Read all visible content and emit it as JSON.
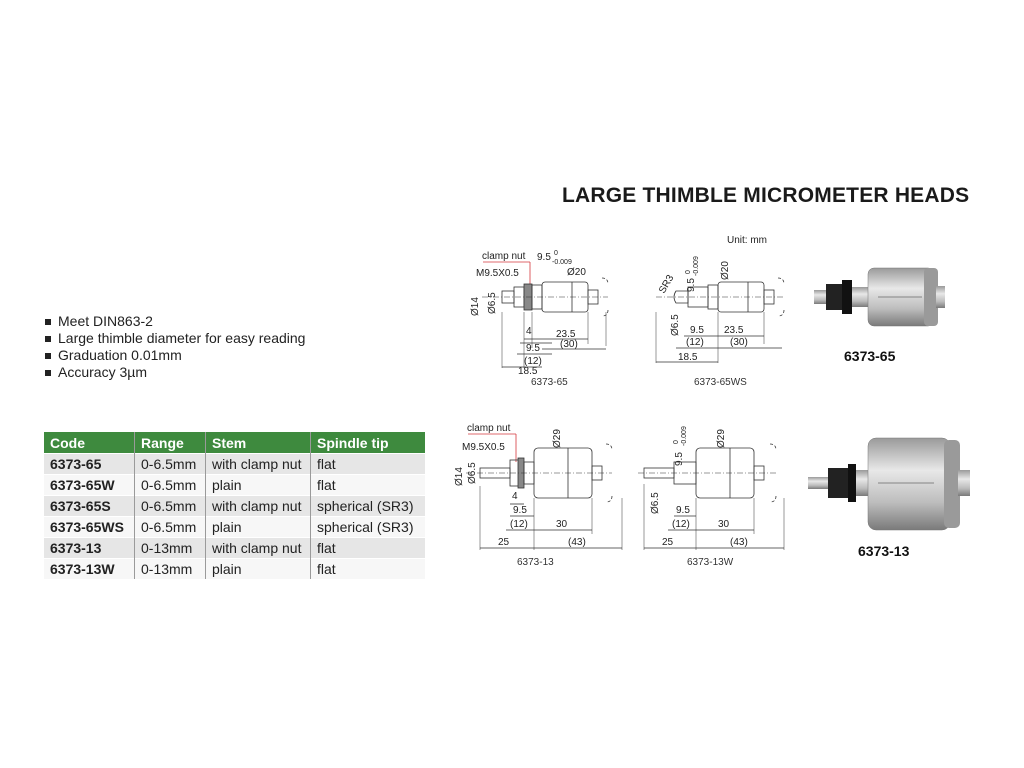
{
  "title": "LARGE THIMBLE MICROMETER HEADS",
  "features": [
    "Meet DIN863-2",
    "Large thimble diameter for easy reading",
    "Graduation 0.01mm",
    "Accuracy 3µm"
  ],
  "unit_note": "Unit: mm",
  "table": {
    "headers": [
      "Code",
      "Range",
      "Stem",
      "Spindle tip"
    ],
    "rows": [
      [
        "6373-65",
        "0-6.5mm",
        "with clamp nut",
        "flat"
      ],
      [
        "6373-65W",
        "0-6.5mm",
        "plain",
        "flat"
      ],
      [
        "6373-65S",
        "0-6.5mm",
        "with clamp nut",
        "spherical (SR3)"
      ],
      [
        "6373-65WS",
        "0-6.5mm",
        "plain",
        "spherical (SR3)"
      ],
      [
        "6373-13",
        "0-13mm",
        "with clamp nut",
        "flat"
      ],
      [
        "6373-13W",
        "0-13mm",
        "plain",
        "flat"
      ]
    ],
    "header_color": "#3e8a3e"
  },
  "drawings": {
    "d65": {
      "caption": "6373-65",
      "clamp": "clamp nut",
      "thread": "M9.5X0.5",
      "dia_spec": "9.5",
      "tol_upper": "0",
      "tol_lower": "-0.009",
      "d_big": "Ø20",
      "d_stem": "Ø14",
      "d_small": "Ø6.5",
      "l1": "4",
      "l2": "9.5",
      "l3": "(12)",
      "l4": "18.5",
      "l5": "23.5",
      "l6": "(30)"
    },
    "d65ws": {
      "caption": "6373-65WS",
      "sr": "SR3",
      "dia_spec": "9.5",
      "tol_upper": "0",
      "tol_lower": "-0.009",
      "d_big": "Ø20",
      "d_small": "Ø6.5",
      "l2": "9.5",
      "l3": "(12)",
      "l4": "18.5",
      "l5": "23.5",
      "l6": "(30)"
    },
    "d13": {
      "caption": "6373-13",
      "clamp": "clamp nut",
      "thread": "M9.5X0.5",
      "d_big": "Ø29",
      "d_stem": "Ø14",
      "d_small": "Ø6.5",
      "l1": "4",
      "l2": "9.5",
      "l3": "(12)",
      "l4": "25",
      "l5": "30",
      "l6": "(43)"
    },
    "d13w": {
      "caption": "6373-13W",
      "dia_spec": "9.5",
      "tol_upper": "0",
      "tol_lower": "-0.009",
      "d_big": "Ø29",
      "d_small": "Ø6.5",
      "l2": "9.5",
      "l3": "(12)",
      "l4": "25",
      "l5": "30",
      "l6": "(43)"
    }
  },
  "photos": {
    "p65": {
      "label": "6373-65"
    },
    "p13": {
      "label": "6373-13"
    }
  },
  "colors": {
    "clamp_leader": "#d4373c",
    "accent": "#3e8a3e"
  }
}
